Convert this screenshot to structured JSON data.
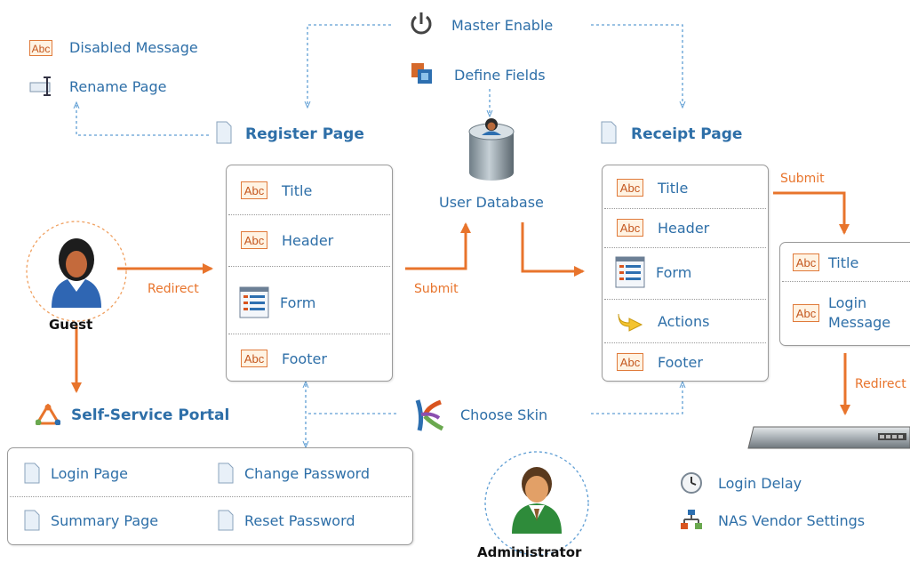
{
  "top": {
    "master_enable": "Master Enable",
    "define_fields": "Define Fields",
    "disabled_message": "Disabled Message",
    "rename_page": "Rename Page"
  },
  "register": {
    "heading": "Register Page",
    "items": [
      "Title",
      "Header",
      "Form",
      "Footer"
    ]
  },
  "database": {
    "label": "User Database"
  },
  "receipt": {
    "heading": "Receipt Page",
    "items": [
      "Title",
      "Header",
      "Form",
      "Actions",
      "Footer"
    ]
  },
  "login_box": {
    "items": [
      "Title",
      "Login\nMessage"
    ]
  },
  "guest": {
    "label": "Guest"
  },
  "administrator": {
    "label": "Administrator"
  },
  "arrows": {
    "redirect_guest": "Redirect",
    "submit_register": "Submit",
    "submit_receipt": "Submit",
    "redirect_login": "Redirect"
  },
  "self_service": {
    "label": "Self-Service Portal"
  },
  "choose_skin": {
    "label": "Choose Skin"
  },
  "portal_box": {
    "items": [
      "Login Page",
      "Change Password",
      "Summary Page",
      "Reset Password"
    ]
  },
  "settings": {
    "login_delay": "Login Delay",
    "nas_vendor": "NAS Vendor Settings"
  },
  "colors": {
    "link": "#2e6fa8",
    "arrow": "#e8742c",
    "dotted": "#5f9ed4"
  }
}
